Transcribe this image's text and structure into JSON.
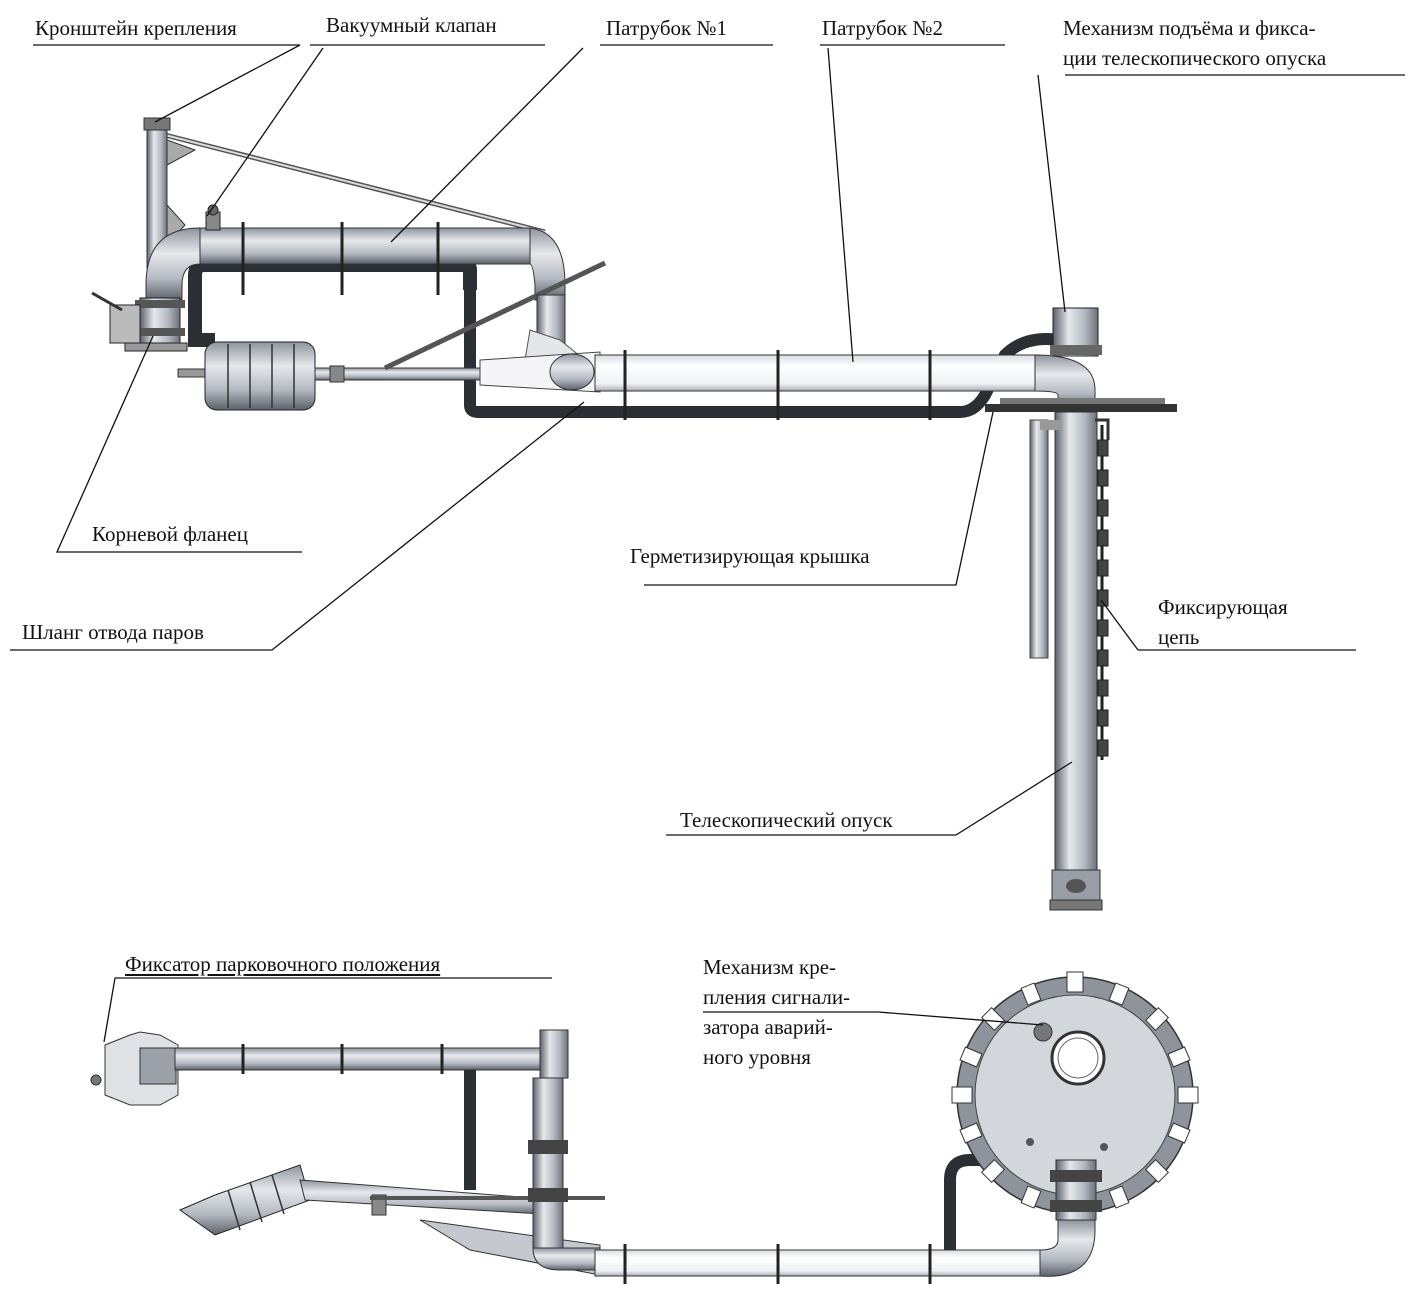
{
  "labels": {
    "bracket": "Кронштейн крепления",
    "vacuum_valve": "Вакуумный клапан",
    "pipe1": "Патрубок №1",
    "pipe2": "Патрубок №2",
    "lift_mech_1": "Механизм подъёма и фикса-",
    "lift_mech_2": "ции телескопического опуска",
    "root_flange": "Корневой фланец",
    "sealing_cover": "Герметизирующая крышка",
    "vapor_hose": "Шланг отвода паров",
    "fix_chain_1": "Фиксирующая",
    "fix_chain_2": "цепь",
    "telescopic": "Телескопический опуск",
    "parking_lock": "Фиксатор парковочного положения",
    "alarm_mount_1": "Механизм кре-",
    "alarm_mount_2": "пления сигнали-",
    "alarm_mount_3": "затора аварий-",
    "alarm_mount_4": "ного уровня"
  },
  "colors": {
    "line": "#111111",
    "pipe_mid": "#c9ccd2",
    "pipe_dark": "#6e7380",
    "hose": "#2b2e33",
    "light": "#f2f3f5"
  }
}
